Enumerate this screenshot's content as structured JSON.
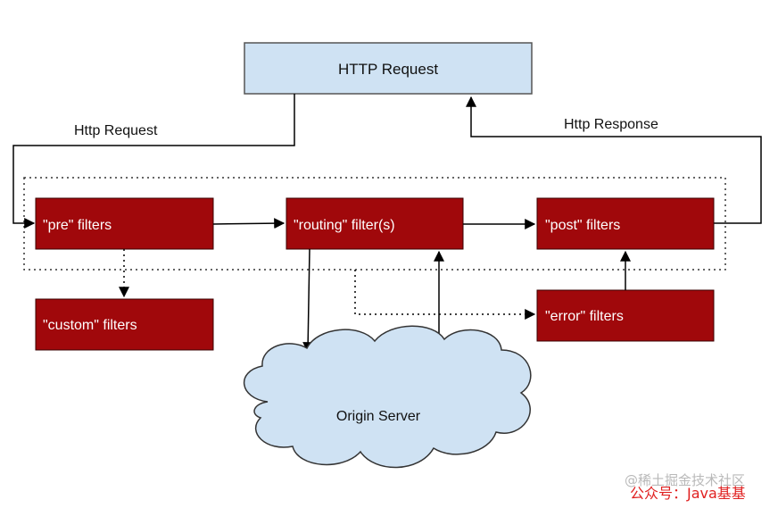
{
  "top_box": {
    "label": "HTTP Request",
    "color": "#cfe2f3"
  },
  "edges": {
    "request_label": "Http Request",
    "response_label": "Http Response"
  },
  "filters": {
    "pre": "\"pre\" filters",
    "routing": "\"routing\" filter(s)",
    "post": "\"post\" filters",
    "custom": "\"custom\" filters",
    "error": "\"error\" filters",
    "color": "#a0080b"
  },
  "origin": {
    "label": "Origin Server",
    "color": "#cfe2f3"
  },
  "watermarks": {
    "platform": "@稀土掘金技术社区",
    "account": "公众号：Java基基"
  }
}
